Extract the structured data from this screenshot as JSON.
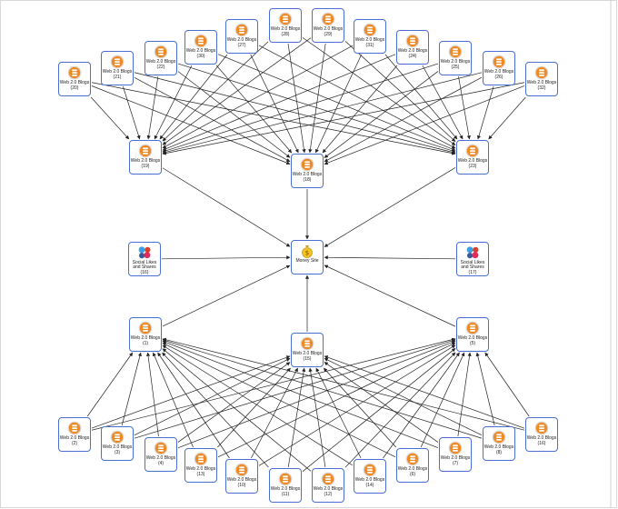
{
  "colors": {
    "node_border": "#4a6fd0",
    "blogger_orange": "#f08a24",
    "edge": "#222222"
  },
  "center": {
    "id": "money",
    "label": "Money Site",
    "icon": "money-bag-icon"
  },
  "social": [
    {
      "id": "s16",
      "label": "Social Likes\nand Shares (16)",
      "icon": "social-icons-cluster"
    },
    {
      "id": "s17",
      "label": "Social Likes\nand Shares (17)",
      "icon": "social-icons-cluster"
    }
  ],
  "tier1": [
    {
      "id": "b19",
      "label": "Web 2.0 Blogs\n(19)",
      "icon": "blogger-icon"
    },
    {
      "id": "b18",
      "label": "Web 2.0 Blogs\n(18)",
      "icon": "blogger-icon"
    },
    {
      "id": "b23",
      "label": "Web 2.0 Blogs\n(23)",
      "icon": "blogger-icon"
    },
    {
      "id": "b1",
      "label": "Web 2.0 Blogs\n(1)",
      "icon": "blogger-icon"
    },
    {
      "id": "b15",
      "label": "Web 2.0 Blogs\n(15)",
      "icon": "blogger-icon"
    },
    {
      "id": "b5",
      "label": "Web 2.0 Blogs\n(5)",
      "icon": "blogger-icon"
    }
  ],
  "top_outer": [
    {
      "id": "t20",
      "label": "Web 2.0 Blogs\n(20)"
    },
    {
      "id": "t21",
      "label": "Web 2.0 Blogs\n(21)"
    },
    {
      "id": "t22",
      "label": "Web 2.0 Blogs\n(22)"
    },
    {
      "id": "t30",
      "label": "Web 2.0 Blogs\n(30)"
    },
    {
      "id": "t27",
      "label": "Web 2.0 Blogs\n(27)"
    },
    {
      "id": "t28",
      "label": "Web 2.0 Blogs\n(28)"
    },
    {
      "id": "t29",
      "label": "Web 2.0 Blogs\n(29)"
    },
    {
      "id": "t31",
      "label": "Web 2.0 Blogs\n(31)"
    },
    {
      "id": "t24",
      "label": "Web 2.0 Blogs\n(24)"
    },
    {
      "id": "t25",
      "label": "Web 2.0 Blogs\n(25)"
    },
    {
      "id": "t26",
      "label": "Web 2.0 Blogs\n(26)"
    },
    {
      "id": "t32",
      "label": "Web 2.0 Blogs\n(32)"
    }
  ],
  "bottom_outer": [
    {
      "id": "u2",
      "label": "Web 2.0 Blogs\n(2)"
    },
    {
      "id": "u3",
      "label": "Web 2.0 Blogs\n(3)"
    },
    {
      "id": "u4",
      "label": "Web 2.0 Blogs\n(4)"
    },
    {
      "id": "u13",
      "label": "Web 2.0 Blogs\n(13)"
    },
    {
      "id": "u10",
      "label": "Web 2.0 Blogs\n(10)"
    },
    {
      "id": "u11",
      "label": "Web 2.0 Blogs\n(11)"
    },
    {
      "id": "u12",
      "label": "Web 2.0 Blogs\n(12)"
    },
    {
      "id": "u14",
      "label": "Web 2.0 Blogs\n(14)"
    },
    {
      "id": "u6",
      "label": "Web 2.0 Blogs\n(6)"
    },
    {
      "id": "u7",
      "label": "Web 2.0 Blogs\n(7)"
    },
    {
      "id": "u8",
      "label": "Web 2.0 Blogs\n(8)"
    },
    {
      "id": "u16",
      "label": "Web 2.0 Blogs\n(16)"
    }
  ]
}
